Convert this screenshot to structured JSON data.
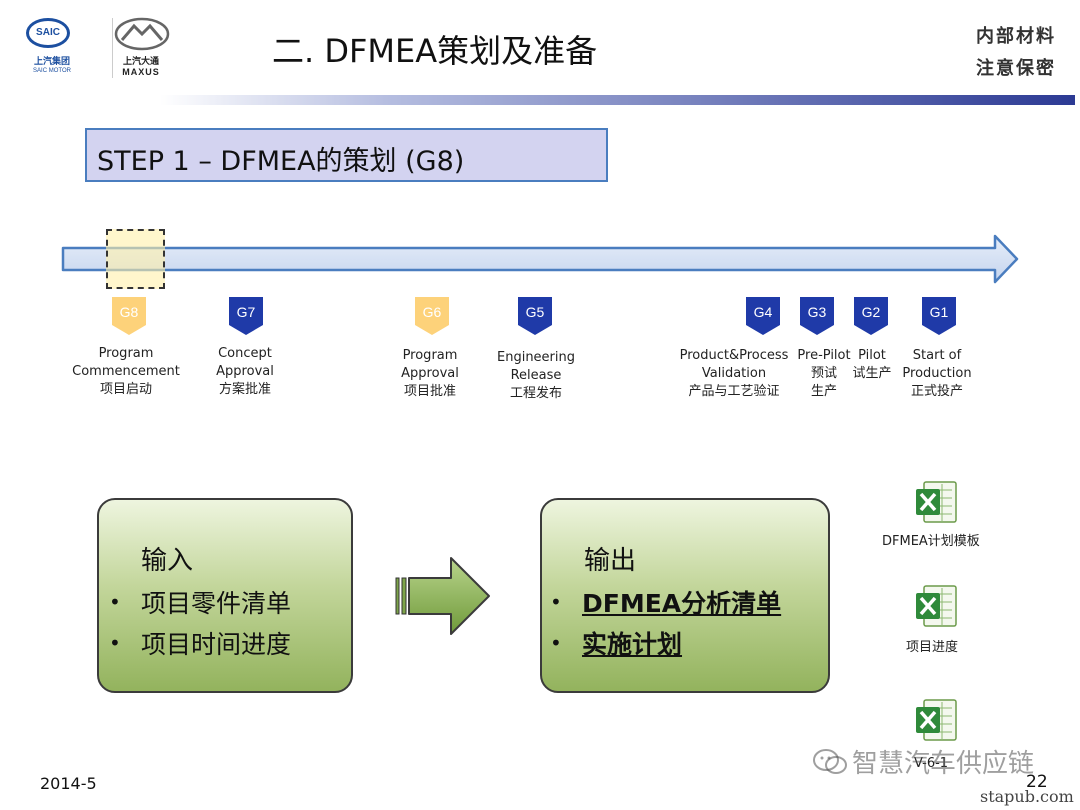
{
  "header": {
    "title": "二. DFMEA策划及准备",
    "confidential_line1": "内部材料",
    "confidential_line2": "注意保密",
    "logo_saic_text": "SAIC",
    "logo_saic_caption_cn": "上汽集团",
    "logo_saic_caption_en": "SAIC MOTOR",
    "logo_maxus_caption_cn": "上汽大通",
    "logo_maxus_caption_en": "MAXUS"
  },
  "step": {
    "title": "STEP 1 – DFMEA的策划 (G8)"
  },
  "milestones": [
    {
      "gate": "G8",
      "label_en": [
        "Program",
        "Commencement"
      ],
      "label_cn": [
        "项目启动"
      ],
      "color": "#fdd27a"
    },
    {
      "gate": "G7",
      "label_en": [
        "Concept",
        "Approval"
      ],
      "label_cn": [
        "方案批准"
      ],
      "color": "#1f3aa8"
    },
    {
      "gate": "G6",
      "label_en": [
        "Program",
        "Approval"
      ],
      "label_cn": [
        "项目批准"
      ],
      "color": "#fdd27a"
    },
    {
      "gate": "G5",
      "label_en": [
        "Engineering",
        "Release"
      ],
      "label_cn": [
        "工程发布"
      ],
      "color": "#1f3aa8"
    },
    {
      "gate": "G4",
      "label_en": [
        "Product&Process",
        "Validation"
      ],
      "label_cn": [
        "产品与工艺验证"
      ],
      "color": "#1f3aa8"
    },
    {
      "gate": "G3",
      "label_en": [
        "Pre-Pilot"
      ],
      "label_cn": [
        "预试",
        "生产"
      ],
      "color": "#1f3aa8"
    },
    {
      "gate": "G2",
      "label_en": [
        "Pilot"
      ],
      "label_cn": [
        "试生产"
      ],
      "color": "#1f3aa8"
    },
    {
      "gate": "G1",
      "label_en": [
        "Start of",
        "Production"
      ],
      "label_cn": [
        "正式投产"
      ],
      "color": "#1f3aa8"
    }
  ],
  "input_box": {
    "title": "输入",
    "items": [
      "项目零件清单",
      "项目时间进度"
    ]
  },
  "output_box": {
    "title": "输出",
    "items": [
      "DFMEA分析清单",
      "实施计划"
    ]
  },
  "files": [
    {
      "label": "DFMEA计划模板",
      "icon": "excel-icon"
    },
    {
      "label": "项目进度",
      "icon": "excel-icon"
    },
    {
      "label": "V-6-1",
      "icon": "excel-icon"
    }
  ],
  "footer": {
    "date": "2014-5",
    "page": "22",
    "watermark": "智慧汽车供应链",
    "site": "stapub.com"
  },
  "colors": {
    "accent_blue": "#1f3aa8",
    "gate_highlight": "#fdd27a",
    "box_green": "#c3d69b",
    "step_box_fill": "#d3d3f0"
  }
}
